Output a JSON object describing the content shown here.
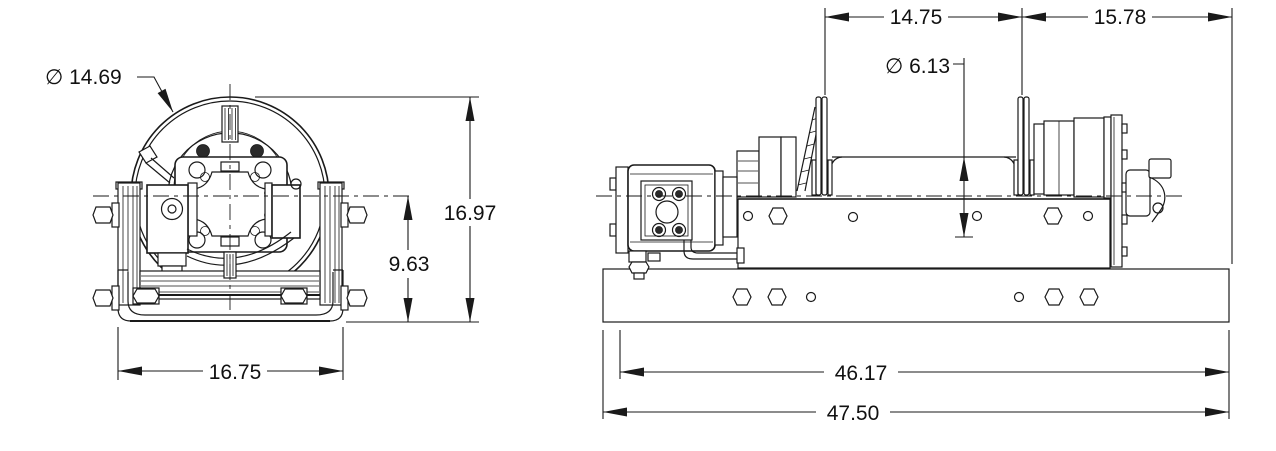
{
  "colors": {
    "ink": "#1a1a1a",
    "background": "#ffffff"
  },
  "front_view": {
    "drum_diameter_label": "∅ 14.69",
    "overall_height_label": "16.97",
    "centerline_height_label": "9.63",
    "base_width_label": "16.75"
  },
  "side_view": {
    "drum_section_label": "14.75",
    "clutch_section_label": "15.78",
    "barrel_diameter_label": "∅ 6.13",
    "frame_length_label": "46.17",
    "overall_length_label": "47.50"
  }
}
